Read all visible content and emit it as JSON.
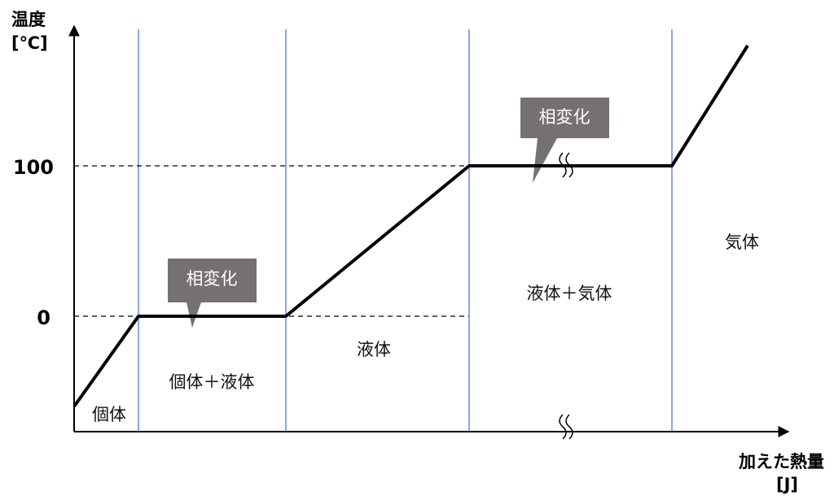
{
  "chart_data": {
    "type": "line",
    "ylabel": [
      "温度",
      "[℃]"
    ],
    "xlabel": [
      "加えた熱量",
      "[J]"
    ],
    "y_ticks": [
      {
        "value": 0,
        "label": "0"
      },
      {
        "value": 100,
        "label": "100"
      }
    ],
    "series": [
      {
        "points": [
          [
            0,
            -60
          ],
          [
            1,
            0
          ],
          [
            2,
            0
          ],
          [
            3,
            100
          ],
          [
            4,
            100
          ],
          [
            5,
            180
          ]
        ]
      }
    ],
    "phase_boundaries": [
      1,
      2,
      3,
      4
    ],
    "regions": [
      {
        "label": "個体"
      },
      {
        "label": "個体＋液体"
      },
      {
        "label": "液体"
      },
      {
        "label": "液体＋気体"
      },
      {
        "label": "気体"
      }
    ],
    "callouts": [
      {
        "label": "相変化",
        "at_segment": 1
      },
      {
        "label": "相変化",
        "at_segment": 3
      }
    ],
    "axis_break": true,
    "colors": {
      "line": "#000000",
      "boundary": "#4472C4",
      "callout": "#767171"
    }
  }
}
